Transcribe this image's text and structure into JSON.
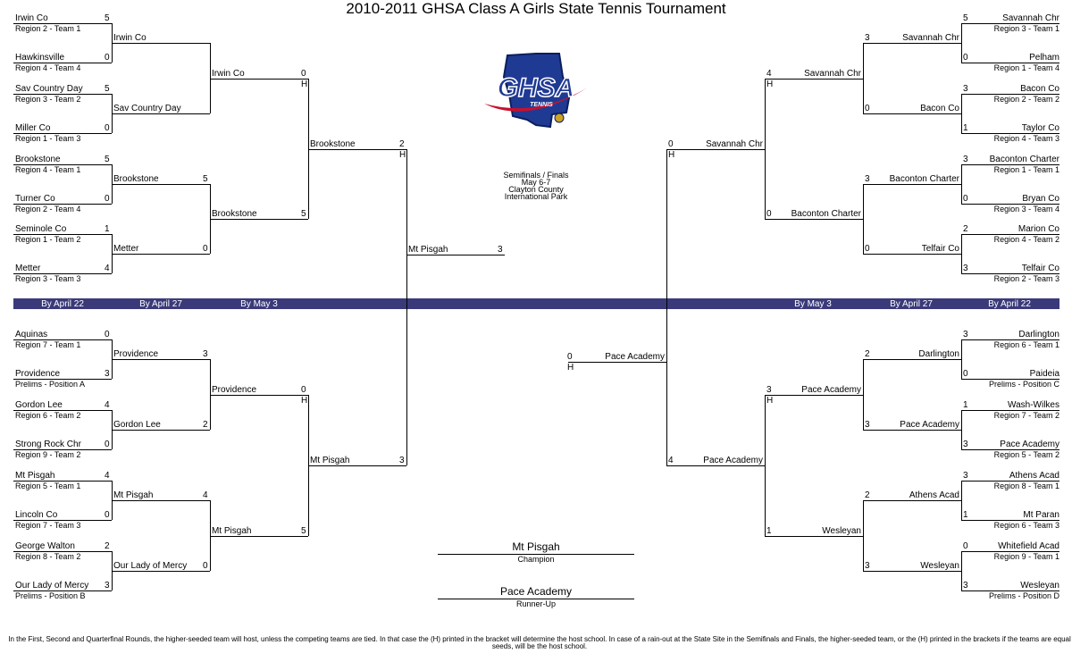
{
  "title": "2010-2011 GHSA Class A Girls State Tennis Tournament",
  "logo": {
    "text": "GHSA",
    "subtext": "TENNIS",
    "colors": {
      "blue": "#1f3a93",
      "red": "#c8102e",
      "gold": "#c9a227",
      "outline": "#0b1f5c"
    }
  },
  "venue": {
    "line1": "Semifinals / Finals",
    "line2": "May 6-7",
    "line3": "Clayton County",
    "line4": "International Park"
  },
  "rounds": {
    "r1": "By April 22",
    "r2": "By April 27",
    "r3": "By May 3"
  },
  "band_color": "#3a3a7a",
  "champion": {
    "team": "Mt Pisgah",
    "label": "Champion"
  },
  "runner_up": {
    "team": "Pace Academy",
    "label": "Runner-Up"
  },
  "host_mark": "H",
  "left_top": {
    "r1": [
      {
        "name": "Irwin Co",
        "seed": "Region 2 - Team 1",
        "score": "5"
      },
      {
        "name": "Hawkinsville",
        "seed": "Region 4 - Team 4",
        "score": "0"
      },
      {
        "name": "Sav Country Day",
        "seed": "Region 3 - Team 2",
        "score": "5"
      },
      {
        "name": "Miller Co",
        "seed": "Region 1 - Team 3",
        "score": "0"
      },
      {
        "name": "Brookstone",
        "seed": "Region 4 - Team 1",
        "score": "5"
      },
      {
        "name": "Turner Co",
        "seed": "Region 2 - Team 4",
        "score": "0"
      },
      {
        "name": "Seminole Co",
        "seed": "Region 1 - Team 2",
        "score": "1"
      },
      {
        "name": "Metter",
        "seed": "Region 3 - Team 3",
        "score": "4"
      }
    ],
    "r2": [
      {
        "name": "Irwin Co",
        "score": ""
      },
      {
        "name": "Sav Country Day",
        "score": ""
      },
      {
        "name": "Brookstone",
        "score": "5"
      },
      {
        "name": "Metter",
        "score": "0"
      }
    ],
    "r3": [
      {
        "name": "Irwin Co",
        "score": "0"
      },
      {
        "name": "Brookstone",
        "score": "5"
      }
    ],
    "r4": {
      "name": "Brookstone",
      "score": "2"
    }
  },
  "left_bottom": {
    "r1": [
      {
        "name": "Aquinas",
        "seed": "Region 7 - Team 1",
        "score": "0"
      },
      {
        "name": "Providence",
        "seed": "Prelims - Position A",
        "score": "3"
      },
      {
        "name": "Gordon Lee",
        "seed": "Region 6 - Team 2",
        "score": "4"
      },
      {
        "name": "Strong Rock Chr",
        "seed": "Region 9 - Team 2",
        "score": "0"
      },
      {
        "name": "Mt Pisgah",
        "seed": "Region 5 - Team 1",
        "score": "4"
      },
      {
        "name": "Lincoln Co",
        "seed": "Region 7 - Team 3",
        "score": "0"
      },
      {
        "name": "George Walton",
        "seed": "Region 8 - Team 2",
        "score": "2"
      },
      {
        "name": "Our Lady of Mercy",
        "seed": "Prelims - Position B",
        "score": "3"
      }
    ],
    "r2": [
      {
        "name": "Providence",
        "score": "3"
      },
      {
        "name": "Gordon Lee",
        "score": "2"
      },
      {
        "name": "Mt Pisgah",
        "score": "4"
      },
      {
        "name": "Our Lady of Mercy",
        "score": "0"
      }
    ],
    "r3": [
      {
        "name": "Providence",
        "score": "0"
      },
      {
        "name": "Mt Pisgah",
        "score": "5"
      }
    ],
    "r4": {
      "name": "Mt Pisgah",
      "score": "3"
    }
  },
  "left_final": {
    "name": "Mt Pisgah",
    "score": "3"
  },
  "right_top": {
    "r1": [
      {
        "name": "Savannah Chr",
        "seed": "Region 3 - Team 1",
        "score": "5"
      },
      {
        "name": "Pelham",
        "seed": "Region 1 - Team 4",
        "score": "0"
      },
      {
        "name": "Bacon Co",
        "seed": "Region 2 - Team 2",
        "score": "3"
      },
      {
        "name": "Taylor Co",
        "seed": "Region 4 - Team 3",
        "score": "1"
      },
      {
        "name": "Baconton Charter",
        "seed": "Region 1 - Team 1",
        "score": "3"
      },
      {
        "name": "Bryan Co",
        "seed": "Region 3 - Team 4",
        "score": "0"
      },
      {
        "name": "Marion Co",
        "seed": "Region 4 - Team 2",
        "score": "2"
      },
      {
        "name": "Telfair Co",
        "seed": "Region 2 - Team 3",
        "score": "3"
      }
    ],
    "r2": [
      {
        "name": "Savannah Chr",
        "score": "3"
      },
      {
        "name": "Bacon Co",
        "score": "0"
      },
      {
        "name": "Baconton Charter",
        "score": "3"
      },
      {
        "name": "Telfair Co",
        "score": "0"
      }
    ],
    "r3": [
      {
        "name": "Savannah Chr",
        "score": "4"
      },
      {
        "name": "Baconton Charter",
        "score": "0"
      }
    ],
    "r4": {
      "name": "Savannah Chr",
      "score": "0"
    }
  },
  "right_bottom": {
    "r1": [
      {
        "name": "Darlington",
        "seed": "Region 6 - Team 1",
        "score": "3"
      },
      {
        "name": "Paideia",
        "seed": "Prelims - Position C",
        "score": "0"
      },
      {
        "name": "Wash-Wilkes",
        "seed": "Region 7 - Team 2",
        "score": "1"
      },
      {
        "name": "Pace Academy",
        "seed": "Region 5 - Team 2",
        "score": "3"
      },
      {
        "name": "Athens Acad",
        "seed": "Region 8 - Team 1",
        "score": "3"
      },
      {
        "name": "Mt Paran",
        "seed": "Region 6 - Team 3",
        "score": "1"
      },
      {
        "name": "Whitefield Acad",
        "seed": "Region 9 - Team 1",
        "score": "0"
      },
      {
        "name": "Wesleyan",
        "seed": "Prelims - Position D",
        "score": "3"
      }
    ],
    "r2": [
      {
        "name": "Darlington",
        "score": "2"
      },
      {
        "name": "Pace Academy",
        "score": "3"
      },
      {
        "name": "Athens Acad",
        "score": "2"
      },
      {
        "name": "Wesleyan",
        "score": "3"
      }
    ],
    "r3": [
      {
        "name": "Pace Academy",
        "score": "3"
      },
      {
        "name": "Wesleyan",
        "score": "1"
      }
    ],
    "r4": {
      "name": "Pace Academy",
      "score": "4"
    }
  },
  "right_final": {
    "name": "Pace Academy",
    "score": "0"
  },
  "footer": "In the First, Second and Quarterfinal Rounds, the higher-seeded team will host, unless the competing teams are tied.  In that case the (H) printed in the bracket will determine the host school.  In case of a rain-out at the State Site in the Semifinals and Finals, the higher-seeded team, or the (H) printed in the brackets if the teams are equal seeds, will be the host school."
}
